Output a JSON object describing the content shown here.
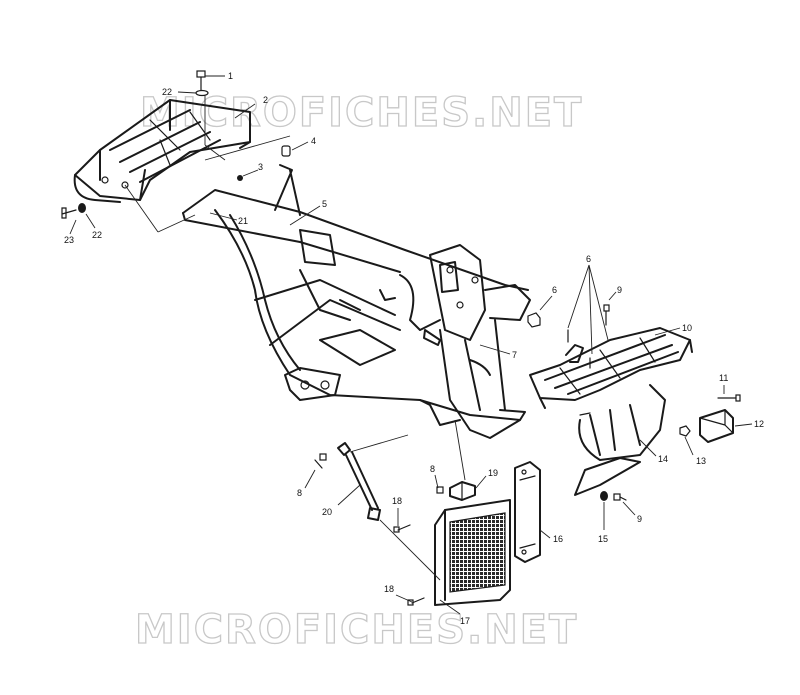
{
  "watermark": {
    "top": "MICROFICHES.NET",
    "bottom": "MICROFICHES.NET"
  },
  "callouts": [
    {
      "id": "c1",
      "label": "1"
    },
    {
      "id": "c22a",
      "label": "22"
    },
    {
      "id": "c2",
      "label": "2"
    },
    {
      "id": "c4",
      "label": "4"
    },
    {
      "id": "c3",
      "label": "3"
    },
    {
      "id": "c21",
      "label": "21"
    },
    {
      "id": "c5",
      "label": "5"
    },
    {
      "id": "c23",
      "label": "23"
    },
    {
      "id": "c22b",
      "label": "22"
    },
    {
      "id": "c6a",
      "label": "6"
    },
    {
      "id": "c6b",
      "label": "6"
    },
    {
      "id": "c9a",
      "label": "9"
    },
    {
      "id": "c10",
      "label": "10"
    },
    {
      "id": "c7",
      "label": "7"
    },
    {
      "id": "c11",
      "label": "11"
    },
    {
      "id": "c12",
      "label": "12"
    },
    {
      "id": "c13",
      "label": "13"
    },
    {
      "id": "c14",
      "label": "14"
    },
    {
      "id": "c8a",
      "label": "8"
    },
    {
      "id": "c8b",
      "label": "8"
    },
    {
      "id": "c19",
      "label": "19"
    },
    {
      "id": "c20",
      "label": "20"
    },
    {
      "id": "c18a",
      "label": "18"
    },
    {
      "id": "c16",
      "label": "16"
    },
    {
      "id": "c15",
      "label": "15"
    },
    {
      "id": "c9b",
      "label": "9"
    },
    {
      "id": "c18b",
      "label": "18"
    },
    {
      "id": "c17",
      "label": "17"
    }
  ]
}
